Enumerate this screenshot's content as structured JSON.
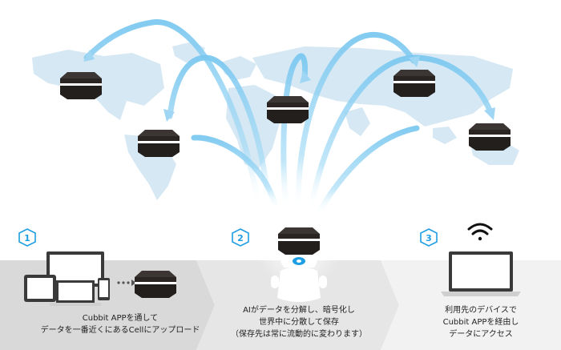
{
  "steps": [
    {
      "number": "1",
      "lines": [
        "Cubbit APPを通して",
        "データを一番近くにあるCellにアップロード"
      ]
    },
    {
      "number": "2",
      "lines": [
        "AIがデータを分解し、暗号化し",
        "世界中に分散して保存",
        "（保存先は常に流動的に変わります）"
      ]
    },
    {
      "number": "3",
      "lines": [
        "利用先のデバイスで",
        "Cubbit APPを経由し",
        "データにアクセス"
      ]
    }
  ],
  "ai_badge": "AI",
  "colors": {
    "accent": "#1e9ee3",
    "arc": "#8fd0f2",
    "map": "#d6e8f4",
    "cell": "#2a2522",
    "band_left": "#d9d9d9",
    "band_mid": "#e6e6e6",
    "band_right": "#f2f2f2"
  },
  "icons": [
    "cell-device-icon",
    "laptop-icon",
    "desktop-monitor-icon",
    "tablet-icon",
    "smartphone-icon",
    "ellipsis-arrow-icon",
    "ai-robot-icon",
    "wifi-icon"
  ]
}
